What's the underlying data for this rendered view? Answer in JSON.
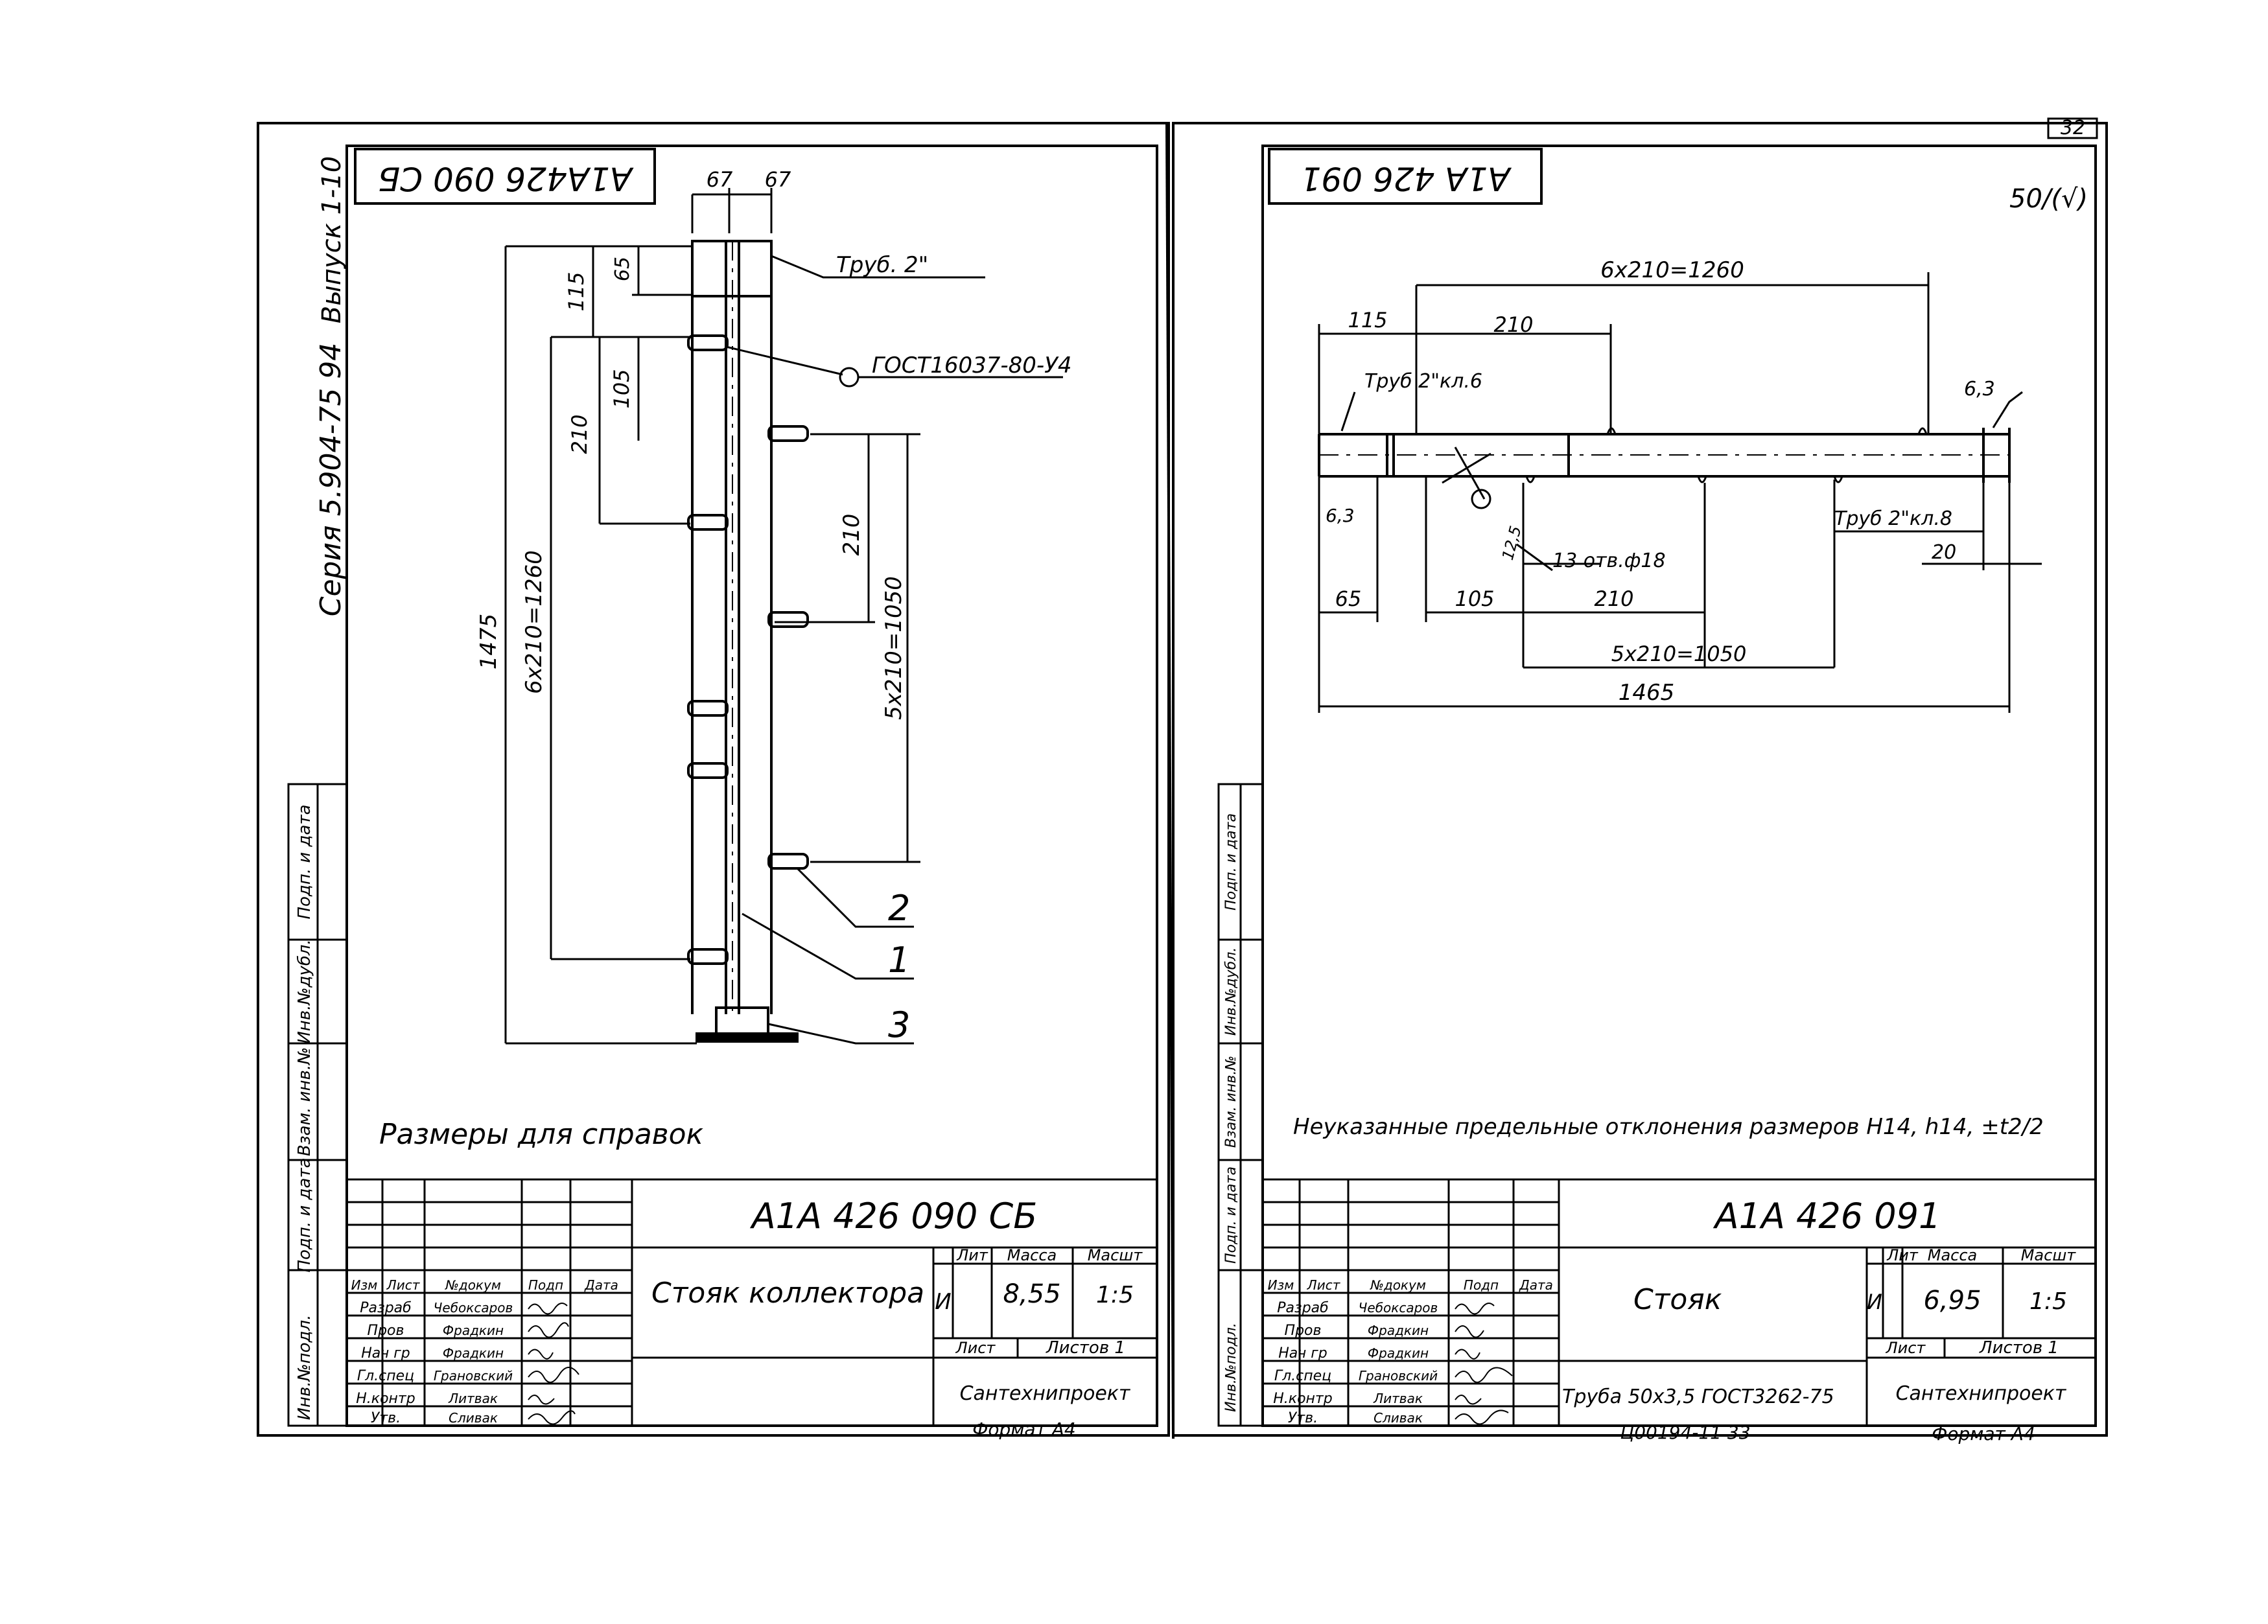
{
  "page_number": "32",
  "left_sheet": {
    "stamp_mirrored": "А1А426 090 СБ",
    "side_text": {
      "series": "Серия 5.904-75 94",
      "issue": "Выпуск 1-10"
    },
    "dims": {
      "d67a": "67",
      "d67b": "67",
      "d115": "115",
      "d65": "65",
      "d105": "105",
      "d210a": "210",
      "d1260": "6x210=1260",
      "d1475": "1475",
      "d210b": "210",
      "d1050": "5x210=1050"
    },
    "callouts": {
      "pipe": "Труб. 2\"",
      "gost": "ГОСТ16037-80-У4",
      "pos2": "2",
      "pos1": "1",
      "pos3": "3"
    },
    "note": "Размеры для справок",
    "left_strip": [
      "Инв.№подл.",
      "Подп. и дата",
      "Взам. инв.№",
      "Инв.№дубл.",
      "Подп. и дата"
    ],
    "title_block": {
      "designation": "А1А 426 090 СБ",
      "name": "Стояк коллектора",
      "col_headers": [
        "Изм",
        "Лист",
        "№докум",
        "Подп",
        "Дата"
      ],
      "roles": [
        "Разраб",
        "Пров",
        "Нач гр",
        "Гл.спец",
        "Н.контр",
        "Утв."
      ],
      "people": [
        "Чебоксаров",
        "Фрадкин",
        "Фрадкин",
        "Грановский",
        "Литвак",
        "Сливак"
      ],
      "lit_label": "Лит",
      "mass_label": "Масса",
      "scale_label": "Масшт",
      "lit": "И",
      "mass": "8,55",
      "scale": "1:5",
      "sheet": "Лист",
      "sheets": "Листов 1",
      "org": "Сантехнипроект",
      "format": "Формат А4"
    }
  },
  "right_sheet": {
    "stamp_mirrored": "А1А 426 091",
    "roughness": "50/(√)",
    "dims": {
      "d1260": "6x210=1260",
      "d115": "115",
      "d210a": "210",
      "pipe_a": "Труб 2\"кл.6",
      "r63a": "6,3",
      "r63b": "6,3",
      "pipe_b": "Труб 2\"кл.8",
      "d20": "20",
      "d125": "12,5",
      "holes": "13 отв.ф18",
      "d65": "65",
      "d105": "105",
      "d210b": "210",
      "d1050": "5x210=1050",
      "d1465": "1465"
    },
    "note": "Неуказанные предельные отклонения размеров Н14, h14, ±t2/2",
    "left_strip": [
      "Инв.№подл.",
      "Подп. и дата",
      "Взам. инв.№",
      "Инв.№дубл.",
      "Подп. и дата"
    ],
    "title_block": {
      "designation": "А1А 426 091",
      "name": "Стояк",
      "material": "Труба 50х3,5 ГОСТ3262-75",
      "col_headers": [
        "Изм",
        "Лист",
        "№докум",
        "Подп",
        "Дата"
      ],
      "roles": [
        "Разраб",
        "Пров",
        "Нач гр",
        "Гл.спец",
        "Н.контр",
        "Утв."
      ],
      "people": [
        "Чебоксаров",
        "Фрадкин",
        "Фрадкин",
        "Грановский",
        "Литвак",
        "Сливак"
      ],
      "lit_label": "Лит",
      "mass_label": "Масса",
      "scale_label": "Масшт",
      "lit": "И",
      "mass": "6,95",
      "scale": "1:5",
      "sheet": "Лист",
      "sheets": "Листов 1",
      "org": "Сантехнипроект",
      "format": "Формат А4"
    },
    "bottom_code": "Ц00194-11   33"
  }
}
